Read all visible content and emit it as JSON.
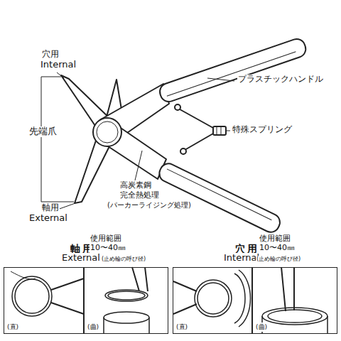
{
  "diagram": {
    "nodes": [
      {
        "text": [
          "(直)"
        ]
      },
      {
        "text": [
          "(曲)"
        ]
      },
      {
        "text": [
          "(直)"
        ]
      },
      {
        "text": [
          "(曲)"
        ]
      }
    ],
    "labels": [
      "穴用",
      "Internal",
      "先端爪",
      "軸用",
      "External",
      "プラスチックハンドル",
      "特殊スプリング",
      "高炭素鋼",
      "完全熱処理",
      "(パーカーライジング処理)",
      "軸用",
      "External",
      "使用範囲",
      "10〜40㎜",
      "(止め輪の呼び径)",
      "穴用",
      "Internal",
      "使用範囲",
      "10〜40㎜",
      "(止め輪の呼び径)"
    ]
  }
}
